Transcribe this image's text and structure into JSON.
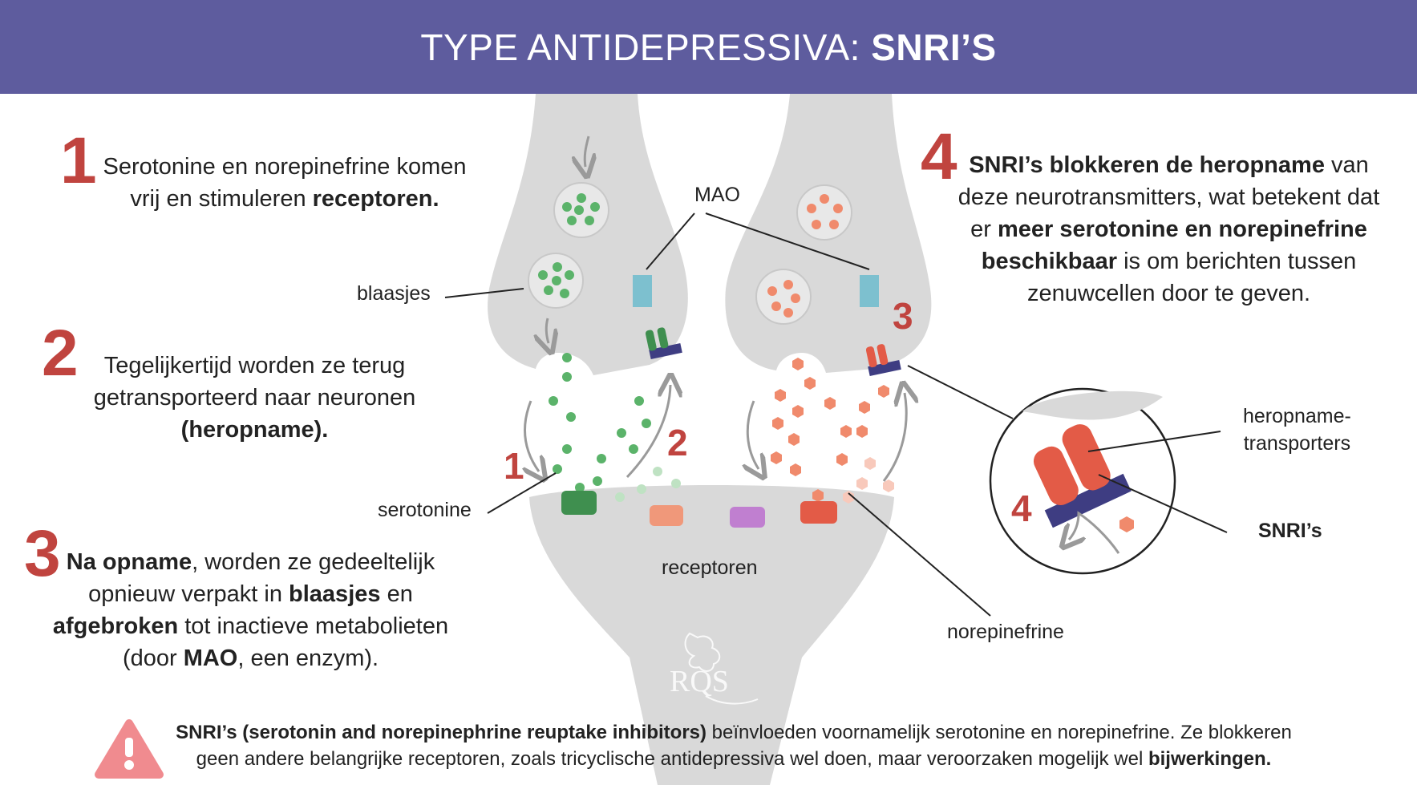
{
  "title": {
    "regular": "TYPE ANTIDEPRESSIVA: ",
    "bold": "SNRI’S"
  },
  "steps": [
    {
      "number": "1",
      "parts": [
        "Serotonine en norepinefrine komen",
        "vrij en stimuleren ",
        "receptoren."
      ]
    },
    {
      "number": "2",
      "parts": [
        "Tegelijkertijd worden ze terug",
        "getransporteerd naar neuronen",
        "(heropname)."
      ]
    },
    {
      "number": "3",
      "parts": [
        "Na opname",
        ", worden ze gedeeltelijk",
        "opnieuw verpakt in ",
        "blaasjes",
        " en",
        "afgebroken",
        " tot inactieve metabolieten",
        "(door ",
        "MAO",
        ", een enzym)."
      ]
    },
    {
      "number": "4",
      "parts": [
        "SNRI’s blokkeren de heropname",
        " van",
        "deze neurotransmitters, wat betekent dat",
        "er ",
        "meer serotonine en norepinefrine",
        "beschikbaar",
        " is om berichten tussen",
        "zenuwcellen door te geven."
      ]
    }
  ],
  "labels": {
    "mao": "MAO",
    "blaasjes": "blaasjes",
    "serotonine": "serotonine",
    "receptoren": "receptoren",
    "norepinefrine": "norepinefrine",
    "heropname_line1": "heropname-",
    "heropname_line2": "transporters",
    "snris": "SNRI’s"
  },
  "diagram_markers": {
    "left_1": "1",
    "left_2": "2",
    "right_3": "3",
    "zoom_4": "4"
  },
  "logo_text": "RQS",
  "note": {
    "bold_intro": "SNRI’s (serotonin and norepinephrine reuptake inhibitors)",
    "text1": " beïnvloeden voornamelijk serotonine en norepinefrine. Ze blokkeren",
    "text2": "geen andere belangrijke receptoren, zoals tricyclische antidepressiva wel doen, maar veroorzaken mogelijk wel ",
    "bold_end": "bijwerkingen."
  },
  "colors": {
    "header_bg": "#5e5c9e",
    "accent_red": "#c0443f",
    "serotonin_green": "#5bb36a",
    "norepinephrine_orange": "#f08a6c",
    "mao_blue": "#7dc0cf",
    "snri_navy": "#3e3d82",
    "neuron_gray": "#d9d9d9",
    "warning_pink": "#f08b8f"
  }
}
